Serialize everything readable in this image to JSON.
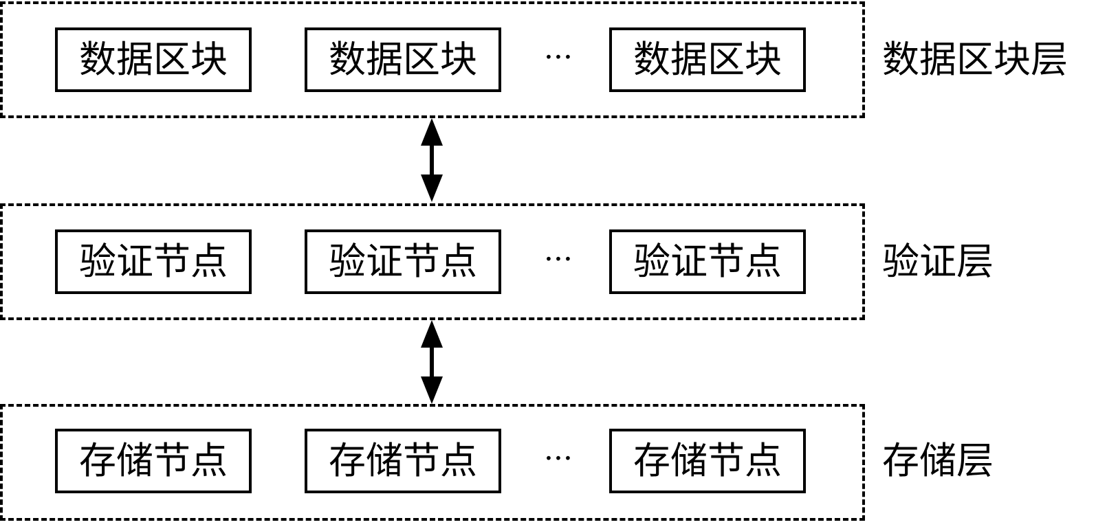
{
  "layers": [
    {
      "label": "数据区块层",
      "nodes": [
        "数据区块",
        "数据区块",
        "数据区块"
      ],
      "ellipsis": "···"
    },
    {
      "label": "验证层",
      "nodes": [
        "验证节点",
        "验证节点",
        "验证节点"
      ],
      "ellipsis": "···"
    },
    {
      "label": "存储层",
      "nodes": [
        "存储节点",
        "存储节点",
        "存储节点"
      ],
      "ellipsis": "···"
    }
  ],
  "connectors": [
    {
      "from": "数据区块层",
      "to": "验证层",
      "direction": "bidirectional"
    },
    {
      "from": "验证层",
      "to": "存储层",
      "direction": "bidirectional"
    }
  ]
}
